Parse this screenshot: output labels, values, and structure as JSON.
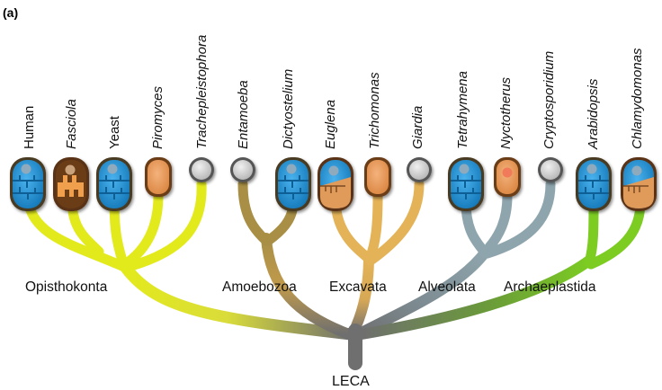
{
  "panel_label": "(a)",
  "root_label": "LECA",
  "colors": {
    "opisthokonta": "#e3ea1c",
    "amoebozoa": "#a88f45",
    "excavata": "#e4b358",
    "alveolata": "#8fa5ad",
    "archaeplastida": "#7ccc22",
    "root": "#6f6f6f",
    "mito_blue": "#1d8fd0",
    "hydrogenosome": "#e3955c",
    "mitosome": "#c8c8c8"
  },
  "groups": [
    {
      "label": "Opisthokonta",
      "color": "#e3ea1c"
    },
    {
      "label": "Amoebozoa",
      "color": "#a88f45"
    },
    {
      "label": "Excavata",
      "color": "#e4b358"
    },
    {
      "label": "Alveolata",
      "color": "#8fa5ad"
    },
    {
      "label": "Archaeplastida",
      "color": "#7ccc22"
    }
  ],
  "taxa": [
    {
      "name": "Human",
      "italic": false,
      "organelle": "mitochondrion-icon"
    },
    {
      "name": "Fasciola",
      "italic": true,
      "organelle": "anaerobic-mitochondrion-icon"
    },
    {
      "name": "Yeast",
      "italic": false,
      "organelle": "mitochondrion-icon"
    },
    {
      "name": "Piromyces",
      "italic": true,
      "organelle": "hydrogenosome-icon"
    },
    {
      "name": "Trachepleistophora",
      "italic": true,
      "organelle": "mitosome-icon"
    },
    {
      "name": "Entamoeba",
      "italic": true,
      "organelle": "mitosome-icon"
    },
    {
      "name": "Dictyostelium",
      "italic": true,
      "organelle": "mitochondrion-icon"
    },
    {
      "name": "Euglena",
      "italic": true,
      "organelle": "facultative-anaerobic-mitochondrion-icon"
    },
    {
      "name": "Trichomonas",
      "italic": true,
      "organelle": "hydrogenosome-icon"
    },
    {
      "name": "Giardia",
      "italic": true,
      "organelle": "mitosome-icon"
    },
    {
      "name": "Tetrahymena",
      "italic": true,
      "organelle": "mitochondrion-icon"
    },
    {
      "name": "Nyctotherus",
      "italic": true,
      "organelle": "hydrogenosome-with-genome-icon"
    },
    {
      "name": "Cryptosporidium",
      "italic": true,
      "organelle": "mitosome-icon"
    },
    {
      "name": "Arabidopsis",
      "italic": true,
      "organelle": "mitochondrion-icon"
    },
    {
      "name": "Chlamydomonas",
      "italic": true,
      "organelle": "facultative-anaerobic-mitochondrion-icon"
    }
  ]
}
